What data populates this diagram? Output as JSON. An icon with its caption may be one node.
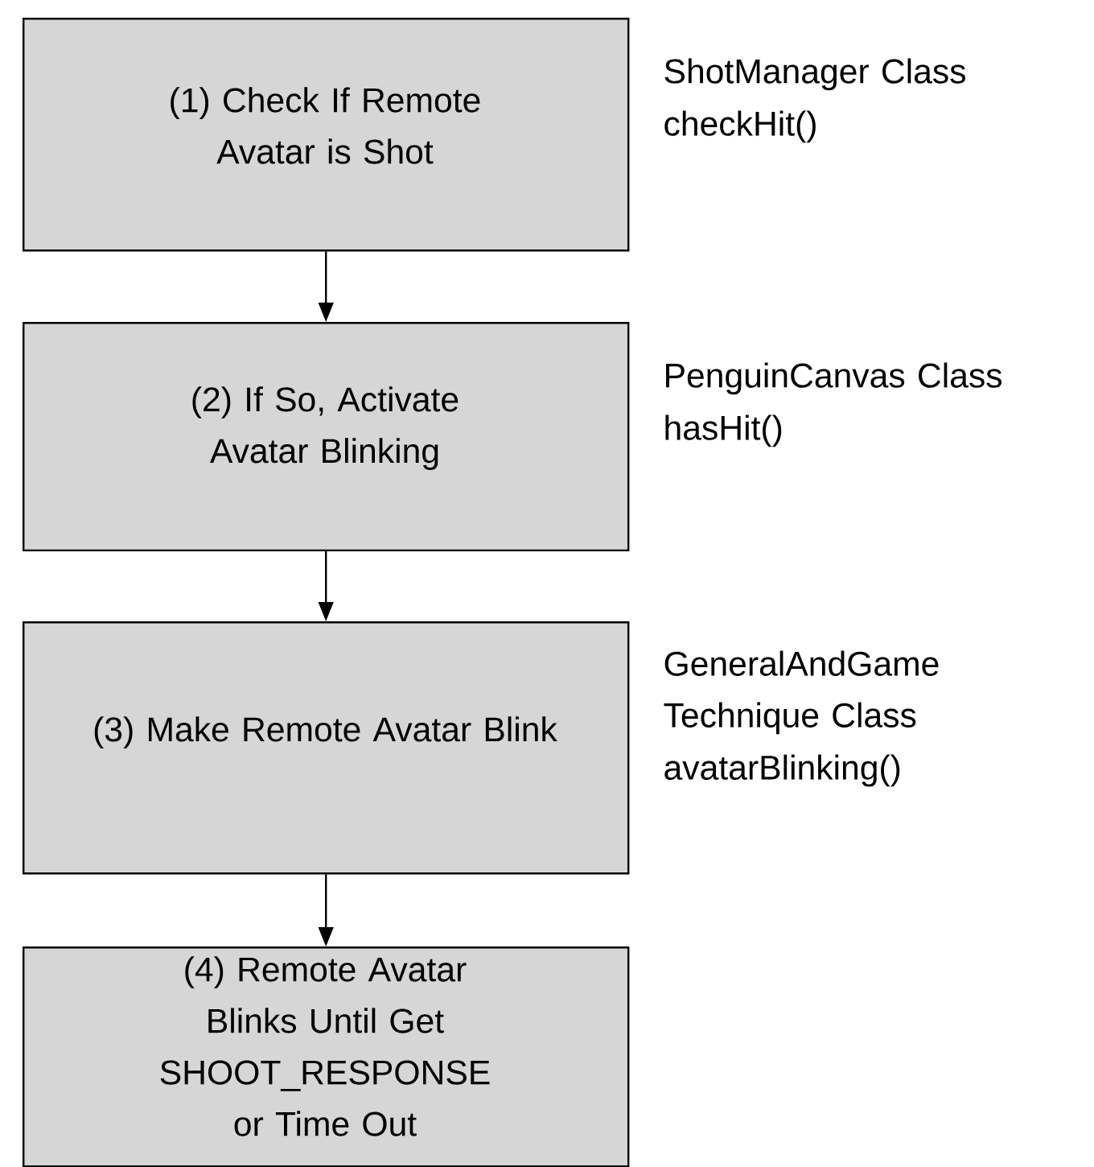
{
  "diagram": {
    "nodes": [
      {
        "text": [
          "(1) Check If Remote Avatar is Shot"
        ],
        "beside": [
          "ShotManager Class",
          "checkHit()"
        ]
      },
      {
        "text": [
          "(2) If So, Activate Avatar Blinking"
        ],
        "beside": [
          "PenguinCanvas Class",
          "hasHit()"
        ]
      },
      {
        "text": [
          "(3) Make Remote Avatar Blink"
        ],
        "beside": [
          "GeneralAndGame Technique Class",
          "avatarBlinking()"
        ]
      },
      {
        "text": [
          "(4) Remote Avatar Blinks Until Get SHOOT_RESPONSE or Time Out"
        ]
      }
    ],
    "edges": [
      {
        "from": 0,
        "to": 1,
        "arrow": "to"
      },
      {
        "from": 1,
        "to": 2,
        "arrow": "to"
      },
      {
        "from": 2,
        "to": 3,
        "arrow": "to"
      }
    ]
  }
}
